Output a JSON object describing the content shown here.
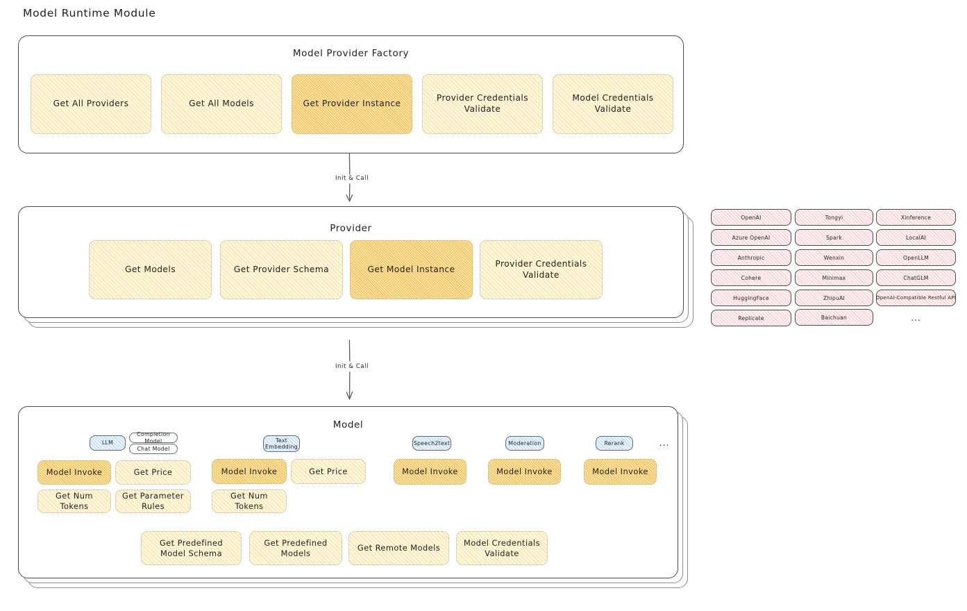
{
  "page": {
    "title": "Model Runtime Module"
  },
  "colors": {
    "node_fill": "#fdf6dd",
    "node_fill_strong": "#fbe3a8",
    "badge_fill": "#e8f2fb",
    "chip_fill": "#fdeff0",
    "stroke": "#1e1e1e"
  },
  "factory": {
    "title": "Model Provider Factory",
    "nodes": [
      {
        "label": "Get All Providers",
        "highlight": false
      },
      {
        "label": "Get All Models",
        "highlight": false
      },
      {
        "label": "Get Provider Instance",
        "highlight": true
      },
      {
        "label": "Provider Credentials Validate",
        "highlight": false
      },
      {
        "label": "Model Credentials Validate",
        "highlight": false
      }
    ]
  },
  "arrows": {
    "factory_to_provider": "Init & Call",
    "provider_to_model": "Init & Call"
  },
  "provider": {
    "title": "Provider",
    "nodes": [
      {
        "label": "Get Models",
        "highlight": false
      },
      {
        "label": "Get Provider Schema",
        "highlight": false
      },
      {
        "label": "Get Model Instance",
        "highlight": true
      },
      {
        "label": "Provider Credentials Validate",
        "highlight": false
      }
    ]
  },
  "provider_list": {
    "columns": [
      [
        "OpenAI",
        "Azure OpenAI",
        "Anthropic",
        "Cohere",
        "HuggingFace",
        "Replicate"
      ],
      [
        "Tongyi",
        "Spark",
        "Wenxin",
        "Minimax",
        "ZhipuAI",
        "Baichuan"
      ],
      [
        "Xinference",
        "LocalAI",
        "OpenLLM",
        "ChatGLM",
        "OpenAI-Compatible Restful API"
      ]
    ],
    "more": "..."
  },
  "model": {
    "title": "Model",
    "more": "...",
    "groups": [
      {
        "badge": "LLM",
        "sub_badges": [
          "Completion Model",
          "Chat Model"
        ],
        "nodes": [
          {
            "label": "Model Invoke",
            "highlight": true
          },
          {
            "label": "Get Price",
            "highlight": false
          },
          {
            "label": "Get Num Tokens",
            "highlight": false
          },
          {
            "label": "Get Parameter Rules",
            "highlight": false
          }
        ]
      },
      {
        "badge": "Text Embedding",
        "sub_badges": [],
        "nodes": [
          {
            "label": "Model Invoke",
            "highlight": true
          },
          {
            "label": "Get Price",
            "highlight": false
          },
          {
            "label": "Get Num Tokens",
            "highlight": false
          }
        ]
      },
      {
        "badge": "Speech2text",
        "sub_badges": [],
        "nodes": [
          {
            "label": "Model Invoke",
            "highlight": true
          }
        ]
      },
      {
        "badge": "Moderation",
        "sub_badges": [],
        "nodes": [
          {
            "label": "Model Invoke",
            "highlight": true
          }
        ]
      },
      {
        "badge": "Rerank",
        "sub_badges": [],
        "nodes": [
          {
            "label": "Model Invoke",
            "highlight": true
          }
        ]
      }
    ],
    "common_nodes": [
      {
        "label": "Get Predefined Model Schema"
      },
      {
        "label": "Get Predefined Models"
      },
      {
        "label": "Get Remote Models"
      },
      {
        "label": "Model Credentials Validate"
      }
    ]
  }
}
